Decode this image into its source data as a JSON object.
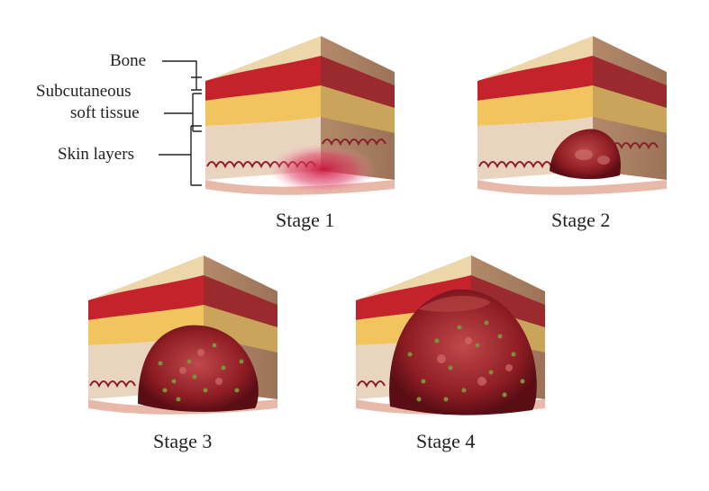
{
  "labels": {
    "bone": "Bone",
    "subcutaneous_line1": "Subcutaneous",
    "subcutaneous_line2": "soft tissue",
    "skin": "Skin layers"
  },
  "stages": [
    {
      "caption": "Stage 1"
    },
    {
      "caption": "Stage 2"
    },
    {
      "caption": "Stage 3"
    },
    {
      "caption": "Stage 4"
    }
  ],
  "colors": {
    "skin_top": "#eed9b0",
    "skin_side": "#c8a17c",
    "fat": "#f1c45e",
    "muscle": "#c8232c",
    "dermis": "#e8d3bf",
    "wound": "#9b1e24",
    "slough": "#7f8f3a"
  }
}
